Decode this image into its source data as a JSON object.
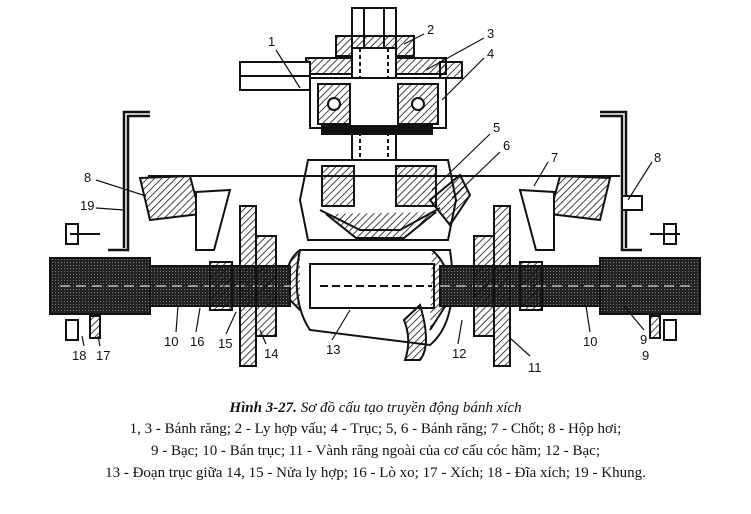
{
  "diagram": {
    "labels": [
      "1",
      "2",
      "3",
      "4",
      "5",
      "6",
      "7",
      "8",
      "8",
      "19",
      "9",
      "10",
      "16",
      "15",
      "14",
      "13",
      "12",
      "11",
      "10",
      "9",
      "18",
      "17"
    ]
  },
  "caption": {
    "figure_no": "Hình 3-27.",
    "title": " Sơ đồ cấu tạo truyền động bánh xích",
    "lines": [
      "1, 3 - Bánh răng; 2 - Ly hợp vấu; 4 - Trục; 5, 6 - Bánh răng; 7 - Chốt; 8 - Hộp hơi;",
      "9 - Bạc; 10 - Bán trục; 11 - Vành răng ngoài của cơ cấu cóc hãm; 12 - Bạc;",
      "13 - Đoạn trục giữa 14, 15 - Nửa ly hợp; 16 - Lò xo; 17 - Xích; 18 - Đĩa xích; 19 - Khung."
    ]
  }
}
